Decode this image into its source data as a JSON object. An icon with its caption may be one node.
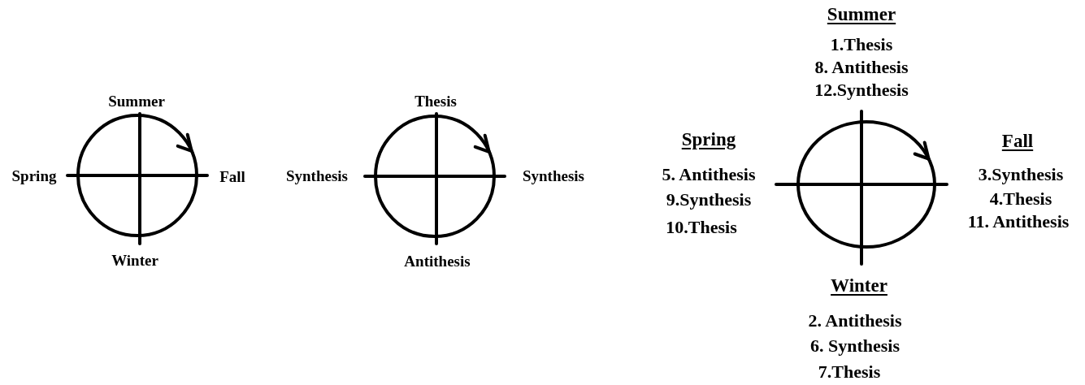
{
  "diagram": {
    "labels": [
      "Summer",
      "Spring",
      "Fall",
      "Winter",
      "Thesis",
      "Synthesis",
      "Synthesis",
      "Antithesis",
      "Summer",
      "1.Thesis",
      "8. Antithesis",
      "12.Synthesis",
      "Spring",
      "5. Antithesis",
      "9.Synthesis",
      "10.Thesis",
      "Fall",
      "3.Synthesis",
      "4.Thesis",
      "11. Antithesis",
      "Winter",
      "2. Antithesis",
      "6. Synthesis",
      "7.Thesis"
    ]
  }
}
